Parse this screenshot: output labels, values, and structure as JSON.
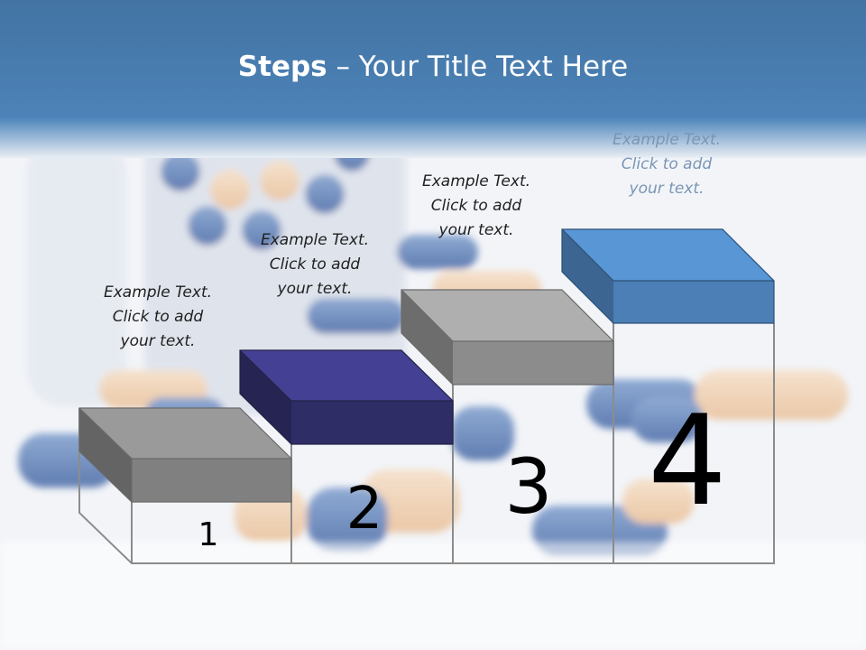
{
  "slide": {
    "title_bold": "Steps",
    "title_rest": " – Your Title Text Here"
  },
  "steps": [
    {
      "number": "1",
      "color": "#808080",
      "caption": [
        "Example Text.",
        "Click  to add",
        "your text."
      ]
    },
    {
      "number": "2",
      "color": "#2f2d66",
      "caption": [
        "Example Text.",
        "Click  to add",
        "your text."
      ]
    },
    {
      "number": "3",
      "color": "#8c8c8c",
      "caption": [
        "Example Text.",
        "Click  to add",
        "your text."
      ]
    },
    {
      "number": "4",
      "color": "#4b7fb5",
      "caption": [
        "Example Text.",
        "Click  to add",
        "your text."
      ]
    }
  ]
}
